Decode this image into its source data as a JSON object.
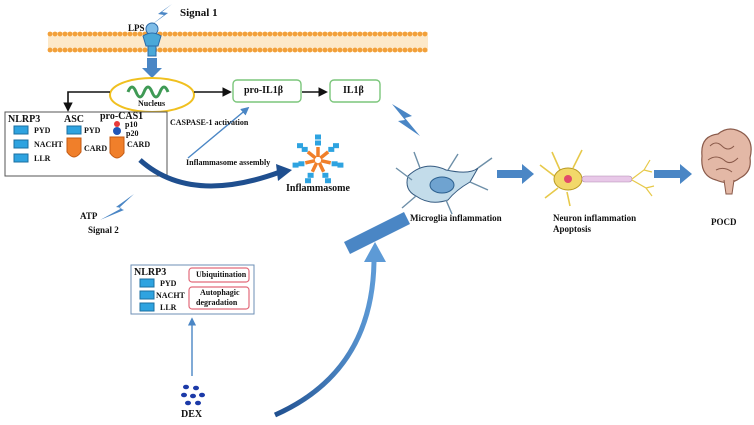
{
  "signals": {
    "signal1": "Signal 1",
    "signal2": "Signal 2"
  },
  "molecules": {
    "lps": "LPS",
    "atp": "ATP",
    "dex": "DEX"
  },
  "nucleus": "Nucleus",
  "complex": {
    "nlrp3": "NLRP3",
    "asc": "ASC",
    "procas1": "pro-CAS1",
    "nlrp3_domains": [
      "PYD",
      "NACHT",
      "LLR"
    ],
    "asc_domains": [
      "PYD",
      "CARD"
    ],
    "procas1_domains": [
      "p10",
      "p20",
      "CARD"
    ]
  },
  "cytokines": {
    "pro_il1b": "pro-IL1β",
    "il1b": "IL1β"
  },
  "activation": "CASPASE-1 activation",
  "assembly": "Inflammasome assembly",
  "inflammasome": "Inflammasome",
  "outcomes": {
    "microglia": "Microglia inflammation",
    "neuron_line1": "Neuron inflammation",
    "neuron_line2": "Apoptosis",
    "pocd": "POCD"
  },
  "dex_box": {
    "nlrp3": "NLRP3",
    "domains": [
      "PYD",
      "NACHT",
      "LLR"
    ],
    "ubiquitination": "Ubiquitination",
    "autophagic_line1": "Autophagic",
    "autophagic_line2": "degradation"
  },
  "colors": {
    "membrane": "#f2a03a",
    "arrow_blue": "#4a86c5",
    "domain_blue": "#2ea3e0",
    "card_orange": "#f07f2a",
    "pink_border": "#e26a7a",
    "green_border": "#7bc67b",
    "nucleus_border": "#f0c020"
  }
}
